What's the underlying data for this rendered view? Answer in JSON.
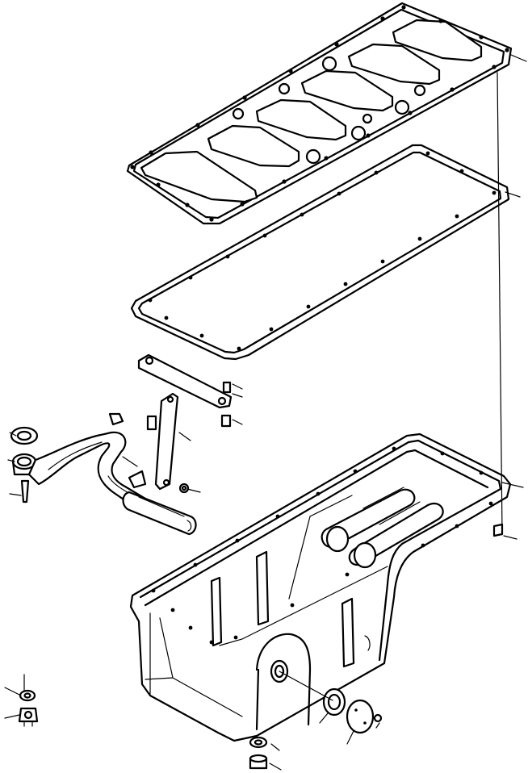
{
  "figure": {
    "kind": "exploded parts diagram",
    "ink_color": "#000000",
    "background_color": "#ffffff",
    "parts": [
      "upper-gasket-plate",
      "pan-gasket",
      "bracket-bar",
      "suction-pipe",
      "oil-pan",
      "drain-plug",
      "cover-plate",
      "fasteners"
    ],
    "printed_text": []
  }
}
